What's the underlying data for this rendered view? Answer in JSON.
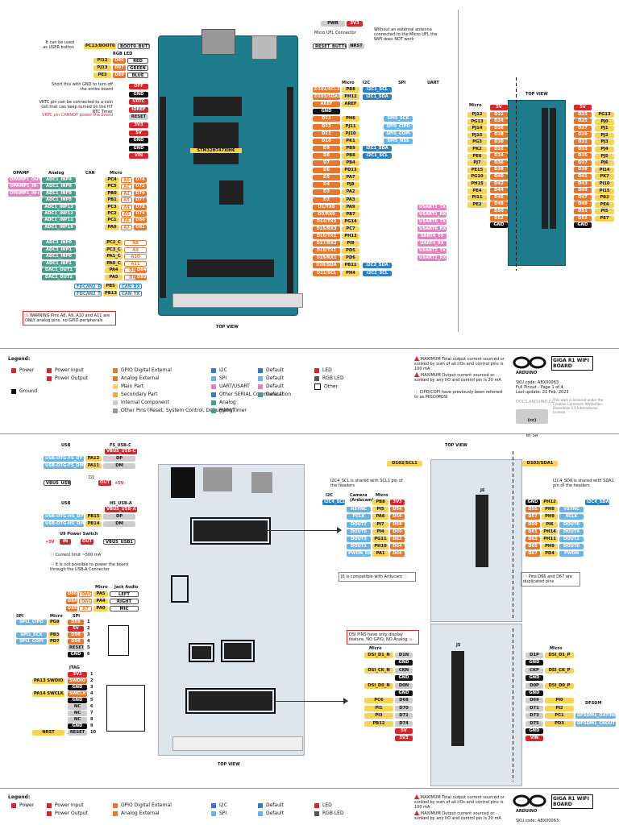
{
  "top": {
    "view_label_left": "TOP VIEW",
    "view_label_right": "TOP VIEW",
    "notes": {
      "user_button": "It can be used as USER button",
      "short_gnd": "Short this with GND to turn off the entire board",
      "vrtc": "VRTC pin can be connected to a coin cell that can keep turned on the H7 RTC Timer",
      "vrtc_warn": "VRTC pin CANNOT power the board",
      "antenna": "Without an external antenna connected to the Micro UFL the WiFi does NOT work",
      "warning": "WARNING Pins A8, A9, A10 and A11 are ONLY analog pins, no GPIO peripherals",
      "chip": "STM32H747XIH6"
    },
    "headers": {
      "micro": "Micro",
      "i2c": "I2C",
      "spi": "SPI",
      "uart": "UART",
      "opamp": "OPAMP",
      "analog": "Analog",
      "can": "CAN",
      "rgb": "RGB LED",
      "micro_ufl": "Micro UFL Connector"
    },
    "top_pins": [
      {
        "a": "PC13/BOOT0",
        "b": "BOOT0_BUTTON"
      },
      {
        "a": "PWR",
        "b": "3V3"
      },
      {
        "a": "RESET_BUTTON",
        "b": "NRST"
      }
    ],
    "rgb": [
      {
        "m": "PI12",
        "p": "D86",
        "c": "RED"
      },
      {
        "m": "PJ13",
        "p": "D87",
        "c": "GREEN"
      },
      {
        "m": "PE3",
        "p": "D88",
        "c": "BLUE"
      }
    ],
    "left_power": [
      "OFF",
      "GND",
      "VRTC",
      "IOREF",
      "RESET",
      "3V3",
      "5V",
      "GND",
      "GND",
      "VIN"
    ],
    "left_analog": [
      {
        "op": "OPAMP1_OUT",
        "an": "ADC1_INP4",
        "m": "PC4",
        "a": "A0",
        "d": "D74"
      },
      {
        "op": "OPAMP1_IN-",
        "an": "ADC1_INP8",
        "m": "PC5",
        "a": "A1",
        "d": "D75"
      },
      {
        "op": "OPAMP1_IN+",
        "an": "ADC1_INP9",
        "m": "PB0",
        "a": "A2",
        "d": "D76"
      },
      {
        "op": "",
        "an": "ADC1_INP5",
        "m": "PB1",
        "a": "A3",
        "d": "D77"
      },
      {
        "op": "",
        "an": "ADC1_INP13",
        "m": "PC3",
        "a": "A4",
        "d": "D78"
      },
      {
        "op": "",
        "an": "ADC1_INP12",
        "m": "PC2",
        "a": "A5",
        "d": "D79"
      },
      {
        "op": "",
        "an": "ADC1_INP11",
        "m": "PC1",
        "a": "A6",
        "d": "D80"
      },
      {
        "op": "",
        "an": "ADC1_INP19",
        "m": "PA0",
        "a": "A7",
        "d": "D81"
      }
    ],
    "left_analog2": [
      {
        "an": "ADC3_INP0",
        "m": "PC2_C",
        "a": "A8"
      },
      {
        "an": "ADC3_INP1",
        "m": "PC3_C",
        "a": "A9"
      },
      {
        "an": "ADC1_INP0",
        "m": "PA1_C",
        "a": "A10"
      },
      {
        "an": "ADC1_INP1",
        "m": "PA0_C",
        "a": "A11"
      },
      {
        "an": "DAC1_OUT1",
        "m": "PA4",
        "a": "DAC0",
        "d": "D84"
      },
      {
        "an": "DAC1_OUT2",
        "m": "PA5",
        "a": "DAC1",
        "d": "D85"
      }
    ],
    "can": [
      {
        "c": "CAN_RX",
        "m": "PB5",
        "f": "FDCAN2_RX"
      },
      {
        "c": "CAN_TX",
        "m": "PB13",
        "f": "FDCAN2_TX"
      }
    ],
    "right_digital": [
      {
        "d": "D102/SCL1",
        "m": "PB8",
        "x": "I2C1_SCL"
      },
      {
        "d": "D103/SDA1",
        "m": "PH12",
        "x": "I2C1_SDA"
      },
      {
        "d": "AREF",
        "m": "AREF",
        "x": ""
      },
      {
        "d": "GND",
        "m": "",
        "x": ""
      },
      {
        "d": "D13",
        "m": "PH6",
        "x": "SPI5_SCK"
      },
      {
        "d": "D12",
        "m": "PJ11",
        "x": "SPI5_CIPO"
      },
      {
        "d": "D11",
        "m": "PJ10",
        "x": "SPI5_COPI"
      },
      {
        "d": "D10",
        "m": "PK1",
        "x": "SPI5_NSS"
      },
      {
        "d": "D9",
        "m": "PB9",
        "x": "I2C1_SDA"
      },
      {
        "d": "D8",
        "m": "PB8",
        "x": "I2C1_SCL"
      },
      {
        "d": "D7",
        "m": "PB4",
        "x": ""
      },
      {
        "d": "D6",
        "m": "PD13",
        "x": ""
      },
      {
        "d": "D5",
        "m": "PA7",
        "x": ""
      },
      {
        "d": "D4",
        "m": "PJ8",
        "x": ""
      },
      {
        "d": "D3",
        "m": "PA2",
        "x": ""
      },
      {
        "d": "D2",
        "m": "PA3",
        "x": ""
      },
      {
        "d": "D1/TX0",
        "m": "PA9",
        "x": "USART1_TX"
      },
      {
        "d": "D0/RX0",
        "m": "PB7",
        "x": "USART1_RX"
      },
      {
        "d": "D14/TX3",
        "m": "PG14",
        "x": "USART6_TX"
      },
      {
        "d": "D15/RX3",
        "m": "PC7",
        "x": "USART6_RX"
      },
      {
        "d": "D16/TX2",
        "m": "PH13",
        "x": "UART4_TX"
      },
      {
        "d": "D17/RX2",
        "m": "PI9",
        "x": "UART4_RX"
      },
      {
        "d": "D18/TX1",
        "m": "PD5",
        "x": "USART2_TX"
      },
      {
        "d": "D19/RX1",
        "m": "PD6",
        "x": "USART2_RX"
      },
      {
        "d": "D20/SDA",
        "m": "PB11",
        "x": "I2C2_SDA"
      },
      {
        "d": "D21/SCL",
        "m": "PH4",
        "x": "I2C2_SCL"
      }
    ],
    "side_header_top": [
      {
        "l": "5V",
        "r": "5V"
      },
      {
        "l": "D22",
        "r": "D23"
      },
      {
        "l": "D24",
        "r": "D25"
      },
      {
        "l": "D26",
        "r": "D27"
      },
      {
        "l": "D28",
        "r": "D29"
      },
      {
        "l": "D30",
        "r": "D31"
      },
      {
        "l": "D32",
        "r": "D33"
      },
      {
        "l": "D34",
        "r": "D35"
      },
      {
        "l": "D36",
        "r": "D37"
      },
      {
        "l": "D38",
        "r": "D39"
      },
      {
        "l": "D40",
        "r": "D41"
      },
      {
        "l": "D42",
        "r": "D43"
      },
      {
        "l": "D44",
        "r": "D45"
      },
      {
        "l": "D46",
        "r": "D47"
      },
      {
        "l": "D48",
        "r": "D49"
      },
      {
        "l": "D50",
        "r": "D51"
      },
      {
        "l": "D52",
        "r": "D53"
      },
      {
        "l": "GND",
        "r": "GND"
      }
    ],
    "side_micro_left": [
      "PJ12",
      "PG13",
      "PJ14",
      "PJ15",
      "PG3",
      "PK2",
      "PE6",
      "PJ7",
      "PE15",
      "PG10",
      "PH15",
      "PE4",
      "PI11",
      "PE2"
    ],
    "side_micro_right": [
      "PG13",
      "PJ0",
      "PJ1",
      "PJ2",
      "PJ3",
      "PJ4",
      "PJ5",
      "PJ6",
      "PI14",
      "PK7",
      "PI10",
      "PI15",
      "PB2",
      "PE4",
      "PI5",
      "PE7"
    ]
  },
  "legend": {
    "title": "Legend:",
    "items": [
      {
        "k": "Power",
        "c": "#d8262c"
      },
      {
        "k": "Power Input",
        "c": "#d8262c"
      },
      {
        "k": "Power Output",
        "c": "#d8262c"
      },
      {
        "k": "Ground",
        "c": "#111111"
      },
      {
        "k": "GPIO Digital External",
        "c": "#e8762c"
      },
      {
        "k": "Analog External",
        "c": "#e8762c"
      },
      {
        "k": "Main Part",
        "c": "#f7d358"
      },
      {
        "k": "Secondary Part",
        "c": "#f4a742"
      },
      {
        "k": "Internal Component",
        "c": "#cccccc"
      },
      {
        "k": "Other Pins (Reset, System Control, Debugging)",
        "c": "#999999"
      },
      {
        "k": "I2C",
        "c": "#2b7fc4"
      },
      {
        "k": "SPI",
        "c": "#69b4e6"
      },
      {
        "k": "UART/USART",
        "c": "#e480c0"
      },
      {
        "k": "Other SERIAL Communication",
        "c": "#2b7fc4"
      },
      {
        "k": "Analog",
        "c": "#4a9e8c"
      },
      {
        "k": "PWM/Timer",
        "c": "#4a9e8c"
      },
      {
        "k": "Default",
        "c": "#2b7fc4"
      },
      {
        "k": "Default",
        "c": "#69b4e6"
      },
      {
        "k": "Default",
        "c": "#e480c0"
      },
      {
        "k": "Default",
        "c": "#4a9e8c"
      },
      {
        "k": "LED",
        "c": "#d8262c"
      },
      {
        "k": "RGB LED",
        "c": "#555555"
      },
      {
        "k": "Other",
        "c": "#ffffff"
      }
    ],
    "warn1": "MAXIMUM Total output current sourced or sunked by sum of all I/Os and control pins is 100 mA",
    "warn2": "MAXIMUM Output current sourced or sunked by any I/O and control pin is 20 mA",
    "note": "CIPO/COPI have previously been referred to as MISO/MOSI",
    "brand": "ARDUINO",
    "product": "GIGA R1 WIFI BOARD",
    "sku": "SKU code: ABX00063",
    "pinout": "Full Pinout - Page 1 of 4",
    "update": "Last update: 21 Feb, 2023",
    "docs": "DOCS.ARDUINO.CC",
    "license": "This work is licensed under the Creative Commons Attribution-ShareAlike 4.0 International License.",
    "cc": "BY SA"
  },
  "bottom": {
    "view_label_left": "TOP VIEW",
    "view_label_right": "TOP VIEW",
    "usb_fs_title": "USB",
    "usb_fs_micro": "FS_USB-C",
    "usb_fs_vbus": "VBUS_USB-C",
    "usb_fs": [
      {
        "s": "USB-OTG-FS_DP",
        "m": "PA12",
        "p": "DP"
      },
      {
        "s": "USB-OTG-FS_DM",
        "m": "PA11",
        "p": "DM"
      }
    ],
    "vbus": {
      "a": "VBUS_USB",
      "d": "D1",
      "o": "OUT",
      "v": "+5V"
    },
    "usb_hs_title": "USB",
    "usb_hs_micro": "HS_USB-A",
    "usb_hs_vbus": "VBUS_USB-A",
    "usb_hs": [
      {
        "s": "USB-OTG-HS_DP",
        "m": "PB15",
        "p": "DP"
      },
      {
        "s": "USB-OTG-HS_DM",
        "m": "PB14",
        "p": "DM"
      }
    ],
    "usb_switch": "U9 Power Switch",
    "usb_switch_vals": [
      "+5V",
      "IN",
      "OUT",
      "VBUS_USB1"
    ],
    "current_limit": "Current limit ~500 mA",
    "no_power": "It is not possible to power the board through the USB-A Connector",
    "jack_header": [
      "Micro",
      "Jack Audio"
    ],
    "jack": [
      {
        "d": "D86",
        "a": "DAC1",
        "m": "PA5",
        "j": "LEFT"
      },
      {
        "d": "D84",
        "a": "DAC0",
        "m": "PA4",
        "j": "RIGHT"
      },
      {
        "d": "D85",
        "a": "A7",
        "m": "PA0",
        "j": "MIC"
      }
    ],
    "spi_header": [
      "SPI",
      "Micro",
      "SPI"
    ],
    "spi": [
      {
        "f": "SPI1_CIPO",
        "m": "PG9",
        "p": "D89",
        "n": "1"
      },
      {
        "f": "",
        "m": "",
        "p": "5V",
        "n": "2"
      },
      {
        "f": "SPI1_SCK",
        "m": "PB3",
        "p": "D90",
        "n": "3"
      },
      {
        "f": "SPI1_COPI",
        "m": "PD7",
        "p": "D90",
        "n": "4"
      },
      {
        "f": "",
        "m": "",
        "p": "RESET",
        "n": "5"
      },
      {
        "f": "",
        "m": "",
        "p": "GND",
        "n": "6"
      }
    ],
    "jtag_title": "JTAG",
    "jtag": [
      {
        "f": "",
        "m": "",
        "p": "3V3",
        "n": "1"
      },
      {
        "f": "PA13 SWDIO",
        "m": "",
        "p": "SWDIO",
        "n": "2"
      },
      {
        "f": "",
        "m": "",
        "p": "GND",
        "n": "3"
      },
      {
        "f": "PA14 SWCLK",
        "m": "",
        "p": "SWCLK",
        "n": "4"
      },
      {
        "f": "",
        "m": "",
        "p": "GND",
        "n": "5"
      },
      {
        "f": "",
        "m": "",
        "p": "NC",
        "n": "6"
      },
      {
        "f": "",
        "m": "",
        "p": "NC",
        "n": "7"
      },
      {
        "f": "",
        "m": "",
        "p": "NC",
        "n": "8"
      },
      {
        "f": "",
        "m": "",
        "p": "GND",
        "n": "9"
      },
      {
        "f": "NRST",
        "m": "",
        "p": "RESET",
        "n": "10"
      }
    ],
    "camera_note_left": "I2C4_SCL is shared with SCL1 pin of the headers",
    "camera_note_right": "I2C4_SDA is shared with SDA1 pin of the headers",
    "cam_headers": [
      "Camera (Arducam)",
      "Micro",
      "I2C"
    ],
    "scl_label": "D102/SCL1",
    "sda_label": "D103/SDA1",
    "cam_left": [
      {
        "a": "I2C4_SCL",
        "c": "",
        "m": "PB8",
        "p": "3V3"
      },
      {
        "a": "",
        "c": "HSYNC",
        "m": "PI5",
        "p": "D54"
      },
      {
        "a": "",
        "c": "PCLK",
        "m": "PA6",
        "p": "D56"
      },
      {
        "a": "",
        "c": "DOUT7",
        "m": "PI7",
        "p": "D58"
      },
      {
        "a": "",
        "c": "DOUT5",
        "m": "PI4",
        "p": "D60"
      },
      {
        "a": "",
        "c": "DOUT3",
        "m": "PG11",
        "p": "D62"
      },
      {
        "a": "",
        "c": "DOUT1",
        "m": "PH10",
        "p": "D64"
      },
      {
        "a": "",
        "c": "PWDN_EN",
        "m": "PA1",
        "p": "D66"
      }
    ],
    "cam_right": [
      {
        "p": "GND",
        "m": "PH12",
        "c": "",
        "a": "I2C4_SDA"
      },
      {
        "p": "D55",
        "m": "PH8",
        "c": "VSYNC",
        "a": ""
      },
      {
        "p": "D57",
        "m": "PH9",
        "c": "XCLK",
        "a": ""
      },
      {
        "p": "D59",
        "m": "PI6",
        "c": "DOUT6",
        "a": ""
      },
      {
        "p": "D61",
        "m": "PH14",
        "c": "DOUT4",
        "a": ""
      },
      {
        "p": "D63",
        "m": "PH11",
        "c": "DOUT2",
        "a": ""
      },
      {
        "p": "D65",
        "m": "PH9",
        "c": "DOUT0",
        "a": ""
      },
      {
        "p": "D67",
        "m": "PD4",
        "c": "PWDN",
        "a": ""
      }
    ],
    "j6": "J6",
    "j6_note": "J6 is compatible with Arducam",
    "dup_note": "Pins D66 and D67 are duplicated pins",
    "dsi_warning": "DSI PINS have only display feature, NO GPIO, NO Analog",
    "j5": "J5",
    "dsi_headers": [
      "Micro",
      "Micro",
      "DFSDM"
    ],
    "dsi_left": [
      {
        "f": "DSI_D1_N",
        "p": "D1N"
      },
      {
        "f": "",
        "p": "GND"
      },
      {
        "f": "DSI_CK_N",
        "p": "CKN"
      },
      {
        "f": "",
        "p": "GND"
      },
      {
        "f": "DSI_D0_N",
        "p": "D0N"
      },
      {
        "f": "",
        "p": "GND"
      },
      {
        "f": "PC6",
        "p": "D68"
      },
      {
        "f": "PI1",
        "p": "D70"
      },
      {
        "f": "PI3",
        "p": "D72"
      },
      {
        "f": "PB12",
        "p": "D74"
      },
      {
        "f": "",
        "p": "5V"
      },
      {
        "f": "",
        "p": "3V3"
      }
    ],
    "dsi_right": [
      {
        "p": "D1P",
        "f": "DSI_D1_P",
        "x": ""
      },
      {
        "p": "GND",
        "f": "",
        "x": ""
      },
      {
        "p": "CKP",
        "f": "DSI_CK_P",
        "x": ""
      },
      {
        "p": "GND",
        "f": "",
        "x": ""
      },
      {
        "p": "D0P",
        "f": "DSI_D0_P",
        "x": ""
      },
      {
        "p": "GND",
        "f": "",
        "x": ""
      },
      {
        "p": "D69",
        "f": "PI0",
        "x": ""
      },
      {
        "p": "D71",
        "f": "PI2",
        "x": ""
      },
      {
        "p": "D73",
        "f": "PC1",
        "x": "DFSDM1_DATIN0"
      },
      {
        "p": "D75",
        "f": "PD3",
        "x": "DFSDM1_CKOUT"
      },
      {
        "p": "GND",
        "f": "",
        "x": ""
      },
      {
        "p": "VIN",
        "f": "",
        "x": ""
      }
    ]
  },
  "legend2": {
    "title": "Legend:",
    "items": [
      "Power",
      "Power Input",
      "Power Output",
      "GPIO Digital External",
      "Analog External",
      "I2C",
      "SPI",
      "Default",
      "Default",
      "LED",
      "RGB LED"
    ],
    "warn1": "MAXIMUM Total output current sourced or sunked by sum of all I/Os and control pins is 100 mA",
    "warn2": "MAXIMUM Output current sourced or sunked by any I/O and control pin is 20 mA",
    "brand": "ARDUINO",
    "product": "GIGA R1 WIFI BOARD",
    "sku": "SKU code: ABX00063"
  }
}
